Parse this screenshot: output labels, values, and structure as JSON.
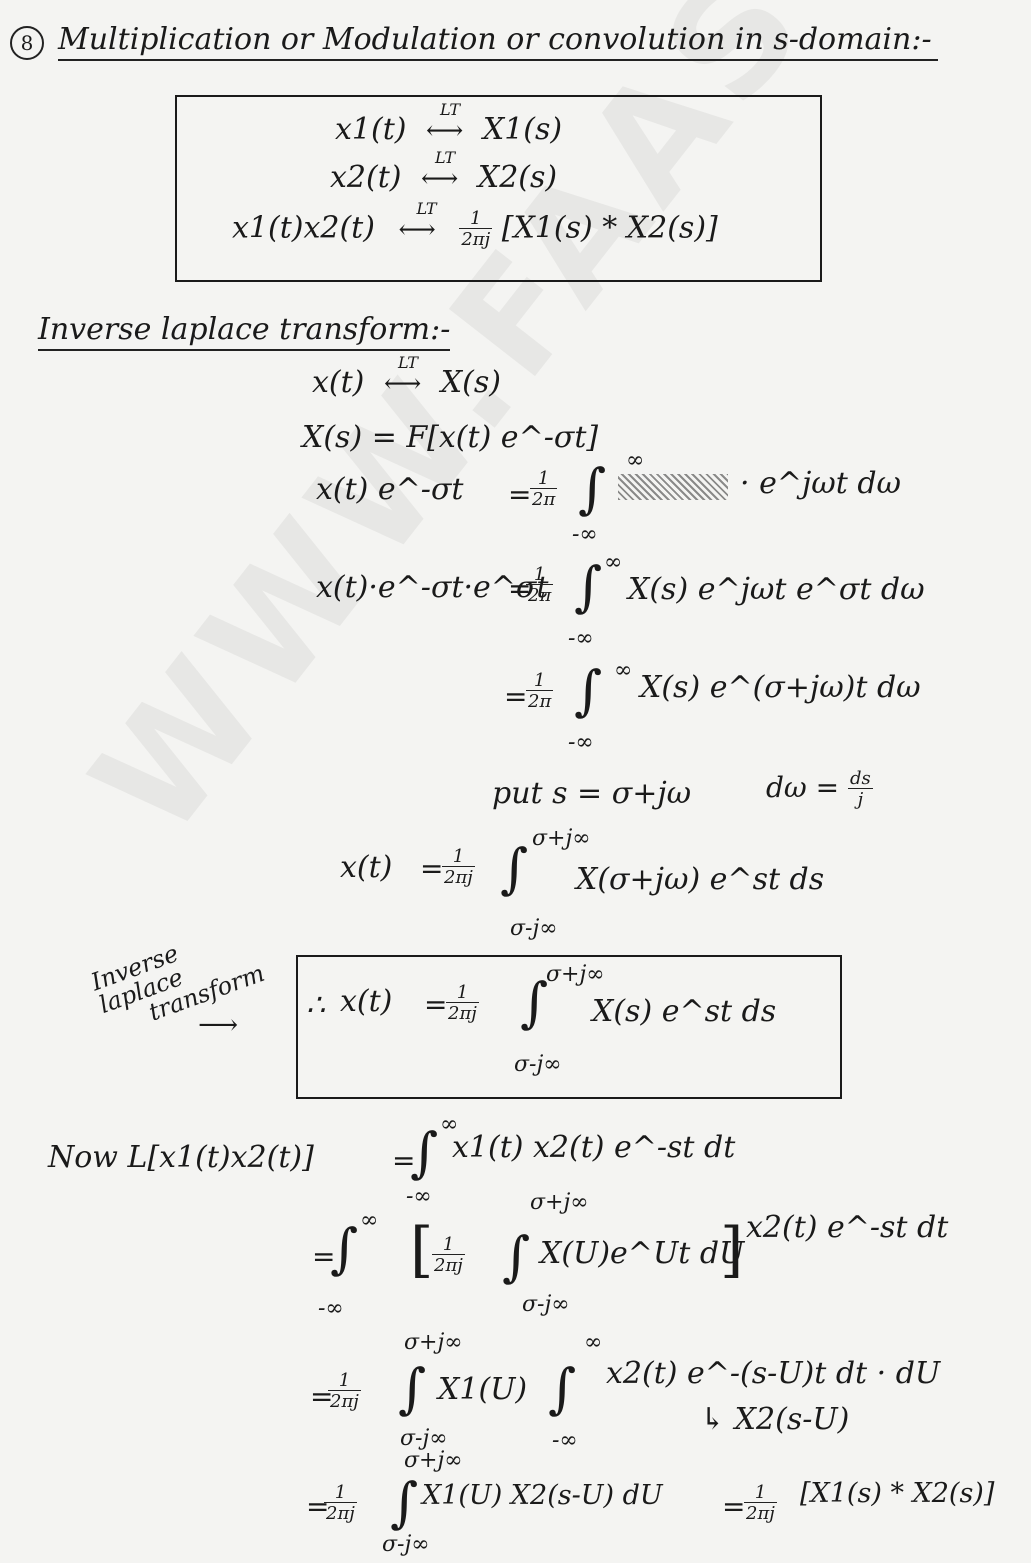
{
  "watermark": "WWW.FAASTOP.COM",
  "heading": {
    "number": "8",
    "text": "Multiplication or Modulation or convolution in s-domain:-"
  },
  "box1": {
    "line1_left": "x1(t)",
    "line1_rel": "LT",
    "line1_right": "X1(s)",
    "line2_left": "x2(t)",
    "line2_rel": "LT",
    "line2_right": "X2(s)",
    "line3_left": "x1(t)x2(t)",
    "line3_rel": "LT",
    "line3_frac_num": "1",
    "line3_frac_den": "2πj",
    "line3_right": "[X1(s) * X2(s)]"
  },
  "ilt_heading": "Inverse laplace transform:-",
  "ilt": {
    "l1_left": "x(t)",
    "l1_rel": "LT",
    "l1_right": "X(s)",
    "l2": "X(s) = F[x(t) e^-σt]",
    "l3_left": "x(t) e^-σt",
    "l3_eq": "=",
    "l3_num": "1",
    "l3_den": "2π",
    "l3_upper": "∞",
    "l3_lower": "-∞",
    "l3_body": "· e^jωt dω",
    "l4_left": "x(t)·e^-σt·e^σt",
    "l4_eq": "=",
    "l4_num": "1",
    "l4_den": "2π",
    "l4_upper": "∞",
    "l4_lower": "-∞",
    "l4_body": "X(s) e^jωt e^σt dω",
    "l5_eq": "=",
    "l5_num": "1",
    "l5_den": "2π",
    "l5_upper": "∞",
    "l5_lower": "-∞",
    "l5_body": "X(s) e^(σ+jω)t dω",
    "put": "put  s = σ+jω",
    "dw_left": "dω =",
    "dw_num": "ds",
    "dw_den": "j",
    "l6_left": "x(t)",
    "l6_eq": "=",
    "l6_num": "1",
    "l6_den": "2πj",
    "l6_upper": "σ+j∞",
    "l6_lower": "σ-j∞",
    "l6_body": "X(σ+jω) e^st ds"
  },
  "side_note": {
    "line1": "Inverse",
    "line2": "laplace",
    "line3": "transform"
  },
  "box2": {
    "therefore": "∴",
    "left": "x(t)",
    "eq": "=",
    "num": "1",
    "den": "2πj",
    "upper": "σ+j∞",
    "lower": "σ-j∞",
    "body": "X(s) e^st ds"
  },
  "now": {
    "left": "Now L[x1(t)x2(t)]",
    "eq": "=",
    "upper": "∞",
    "lower": "-∞",
    "body": "x1(t) x2(t) e^-st dt"
  },
  "step1": {
    "eq": "=",
    "upper": "∞",
    "lower": "-∞",
    "num": "1",
    "den": "2πj",
    "inner_upper": "σ+j∞",
    "inner_lower": "σ-j∞",
    "inner_body": "X(U)e^Ut dU",
    "outer_body": "x2(t) e^-st dt"
  },
  "step2": {
    "eq": "=",
    "num": "1",
    "den": "2πj",
    "upper": "σ+j∞",
    "lower": "σ-j∞",
    "body1": "X1(U)",
    "upper2": "∞",
    "lower2": "-∞",
    "body2": "x2(t) e^-(s-U)t dt · dU",
    "note": "↳ X2(s-U)"
  },
  "step3": {
    "eq": "=",
    "num": "1",
    "den": "2πj",
    "upper": "σ+j∞",
    "lower": "σ-j∞",
    "body": "X1(U) X2(s-U) dU",
    "eq2": "=",
    "num2": "1",
    "den2": "2πj",
    "result": "[X1(s) * X2(s)]"
  }
}
